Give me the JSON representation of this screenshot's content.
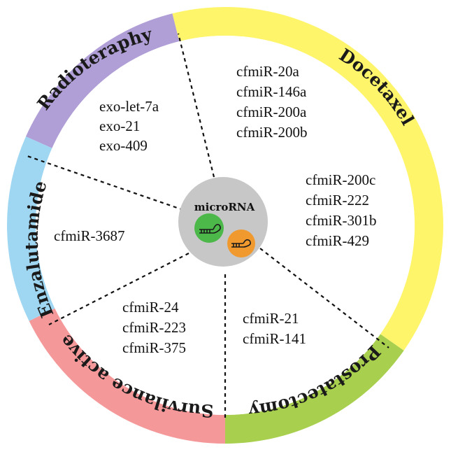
{
  "center": {
    "label": "microRNA",
    "icons": [
      {
        "name": "green-mirna-hairpin-icon",
        "color": "#4cb849"
      },
      {
        "name": "orange-mirna-hairpin-icon",
        "color": "#f0992e"
      }
    ],
    "circle_color": "#c7c7c7"
  },
  "segments": [
    {
      "key": "radioteraphy",
      "label": "Radioteraphy",
      "color": "#b09ed6",
      "mirnas": [
        "exo-let-7a",
        "exo-21",
        "exo-409"
      ]
    },
    {
      "key": "docetaxel",
      "label": "Docetaxel",
      "color": "#fff56b",
      "mirnas": [
        "cfmiR-20a",
        "cfmiR-146a",
        "cfmiR-200a",
        "cfmiR-200b",
        "cfmiR-200c",
        "cfmiR-222",
        "cfmiR-301b",
        "cfmiR-429"
      ]
    },
    {
      "key": "prostatectomy",
      "label": "Prostatectomy",
      "color": "#a8cf4d",
      "mirnas": [
        "cfmiR-21",
        "cfmiR-141"
      ]
    },
    {
      "key": "survilance",
      "label": "Survilance active",
      "color": "#f5989a",
      "mirnas": [
        "cfmiR-24",
        "cfmiR-223",
        "cfmiR-375"
      ]
    },
    {
      "key": "enzalutamide",
      "label": "Enzalutamide",
      "color": "#9fd7f2",
      "mirnas": [
        "cfmiR-3687"
      ]
    }
  ]
}
